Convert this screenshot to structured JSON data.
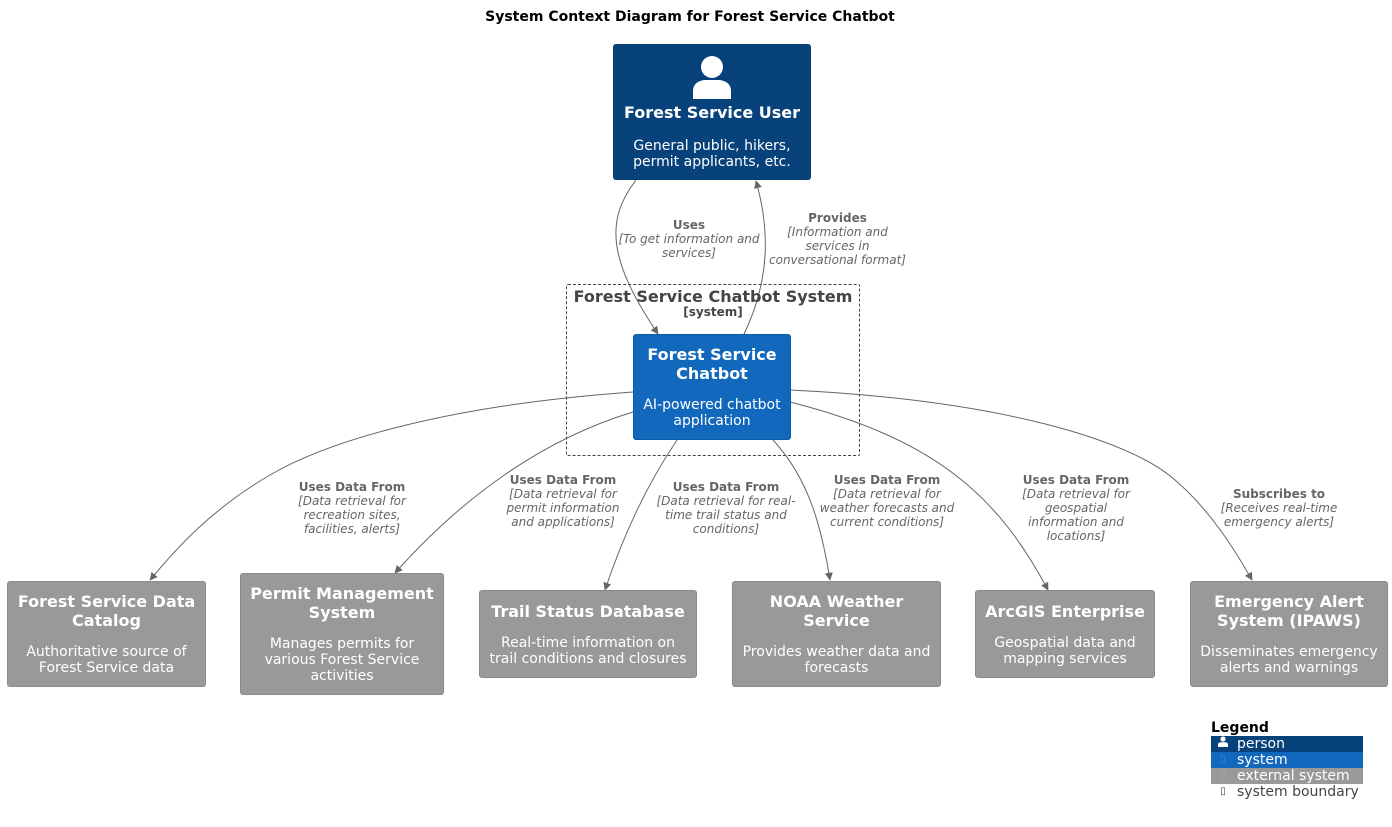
{
  "title": "System Context Diagram for Forest Service Chatbot",
  "nodes": {
    "user": {
      "name": "Forest Service User",
      "desc": "General public, hikers, permit applicants, etc."
    },
    "chatbot": {
      "name": "Forest Service Chatbot",
      "desc": "AI-powered chatbot application"
    },
    "catalog": {
      "name": "Forest Service Data Catalog",
      "desc": "Authoritative source of Forest Service data"
    },
    "permit": {
      "name": "Permit Management System",
      "desc": "Manages permits for various Forest Service activities"
    },
    "trail": {
      "name": "Trail Status Database",
      "desc": "Real-time information on trail conditions and closures"
    },
    "noaa": {
      "name": "NOAA Weather Service",
      "desc": "Provides weather data and forecasts"
    },
    "arcgis": {
      "name": "ArcGIS Enterprise",
      "desc": "Geospatial data and mapping services"
    },
    "ipaws": {
      "name": "Emergency Alert System (IPAWS)",
      "desc": "Disseminates emergency alerts and warnings"
    }
  },
  "boundary": {
    "name": "Forest Service Chatbot System",
    "type": "[system]"
  },
  "relations": {
    "uses": {
      "label": "Uses",
      "tech": "[To get information and services]"
    },
    "provides": {
      "label": "Provides",
      "tech": "[Information and services in conversational format]"
    },
    "catalog": {
      "label": "Uses Data From",
      "tech": "[Data retrieval for recreation sites, facilities, alerts]"
    },
    "permit": {
      "label": "Uses Data From",
      "tech": "[Data retrieval for permit information and applications]"
    },
    "trail": {
      "label": "Uses Data From",
      "tech": "[Data retrieval for real-time trail status and conditions]"
    },
    "noaa": {
      "label": "Uses Data From",
      "tech": "[Data retrieval for weather forecasts and current conditions]"
    },
    "arcgis": {
      "label": "Uses Data From",
      "tech": "[Data retrieval for geospatial information and locations]"
    },
    "ipaws": {
      "label": "Subscribes to",
      "tech": "[Receives real-time emergency alerts]"
    }
  },
  "legend": {
    "title": "Legend",
    "person": "person",
    "system": "system",
    "external": "external system",
    "boundary": "system boundary"
  },
  "colors": {
    "person": "#08427b",
    "system": "#1168bd",
    "external": "#999999",
    "edge": "#666666"
  },
  "icons": {
    "person": "person-icon",
    "boundary": "boundary-icon"
  }
}
